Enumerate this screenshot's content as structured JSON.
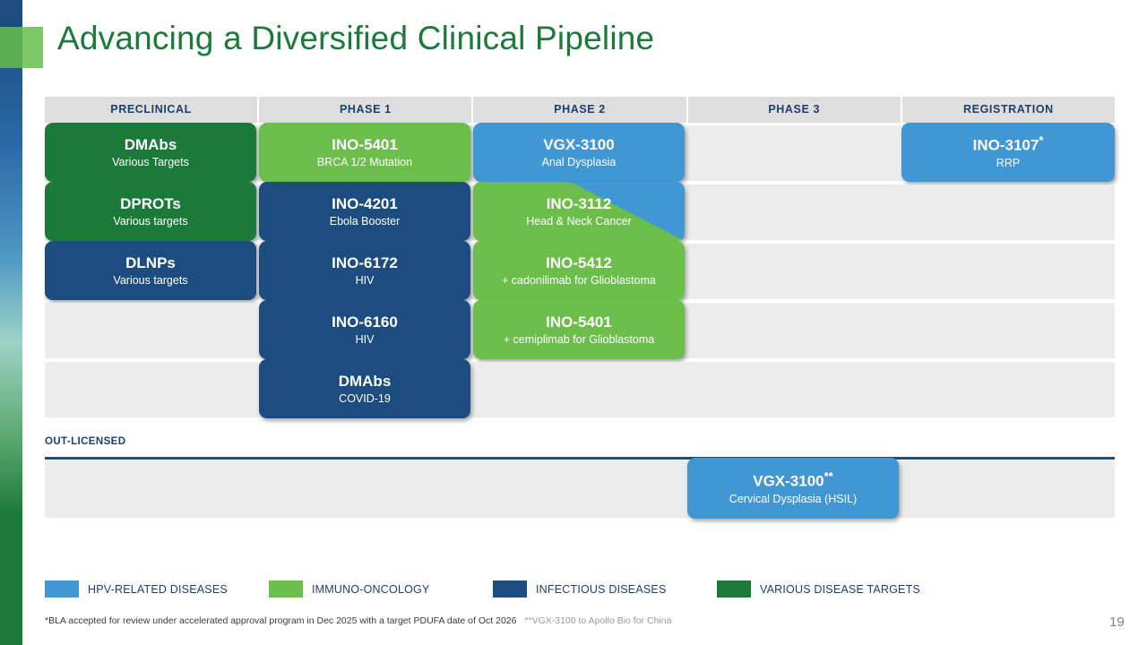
{
  "title": "Advancing a Diversified Clinical Pipeline",
  "columns": [
    "PRECLINICAL",
    "PHASE 1",
    "PHASE 2",
    "PHASE 3",
    "REGISTRATION"
  ],
  "rows": [
    {
      "preclinical": {
        "code": "DMAbs",
        "sub": "Various Targets",
        "category": "various"
      },
      "phase1": {
        "code": "INO-5401",
        "sub": "BRCA 1/2  Mutation",
        "category": "immuno"
      },
      "phase2": {
        "code": "VGX-3100",
        "sub": "Anal Dysplasia",
        "category": "hpv"
      },
      "phase3": null,
      "registration": {
        "code": "INO-3107",
        "marker": "*",
        "sub": "RRP",
        "category": "hpv"
      }
    },
    {
      "preclinical": {
        "code": "DPROTs",
        "sub": "Various targets",
        "category": "various"
      },
      "phase1": {
        "code": "INO-4201",
        "sub": "Ebola Booster",
        "category": "infect"
      },
      "phase2": {
        "code": "INO-3112",
        "sub": "Head & Neck Cancer",
        "category": "split"
      },
      "phase3": null,
      "registration": null
    },
    {
      "preclinical": {
        "code": "DLNPs",
        "sub": "Various targets",
        "category": "infect"
      },
      "phase1": {
        "code": "INO-6172",
        "sub": "HIV",
        "category": "infect"
      },
      "phase2": {
        "code": "INO-5412",
        "sub": "+ cadonilimab for Glioblastoma",
        "category": "immuno"
      },
      "phase3": null,
      "registration": null
    },
    {
      "preclinical": null,
      "phase1": {
        "code": "INO-6160",
        "sub": "HIV",
        "category": "infect"
      },
      "phase2": {
        "code": "INO-5401",
        "sub": "+ cemiplimab for Glioblastoma",
        "category": "immuno"
      },
      "phase3": null,
      "registration": null
    },
    {
      "preclinical": null,
      "phase1": {
        "code": "DMAbs",
        "sub": "COVID-19",
        "category": "infect"
      },
      "phase2": null,
      "phase3": null,
      "registration": null
    }
  ],
  "out_licensed": {
    "label": "OUT-LICENSED",
    "entry": {
      "code": "VGX-3100",
      "marker": "**",
      "sub": "Cervical Dysplasia (HSIL)",
      "category": "hpv"
    }
  },
  "legend": [
    {
      "label": "HPV-RELATED DISEASES",
      "color": "#4196d4"
    },
    {
      "label": "IMMUNO-ONCOLOGY",
      "color": "#6cbe4b"
    },
    {
      "label": "INFECTIOUS DISEASES",
      "color": "#1d4d80"
    },
    {
      "label": "VARIOUS DISEASE TARGETS",
      "color": "#1b7a3a"
    }
  ],
  "footnotes": {
    "primary": "*BLA accepted for review under accelerated approval program in Dec 2025 with a target PDUFA date of Oct 2026",
    "secondary": "**VGX-3100 to Apollo Bio for China"
  },
  "slide_number": "19"
}
